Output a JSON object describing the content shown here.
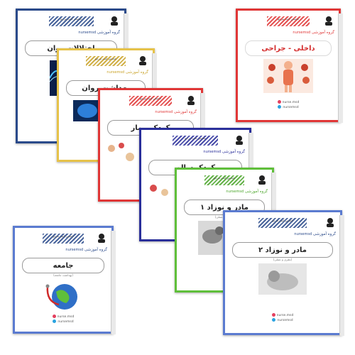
{
  "subtitle": "تلخیص کتب مرجع",
  "group_prefix": "گروه آموزشی",
  "brand": "nursemsd",
  "contacts": {
    "instagram": "nurse.msd",
    "telegram": "nursemsd"
  },
  "colors": {
    "navy": "#2a4a8a",
    "gold": "#e6c24a",
    "red": "#e03636",
    "indigo": "#2a2f9a",
    "green": "#5fbf3a",
    "blue": "#5b7bd0"
  },
  "books": [
    {
      "id": "ekhtelalat",
      "title": "اختلالات روان",
      "icon": "brain-wave-icon"
    },
    {
      "id": "dakheli",
      "title": "داخلی - جراحی",
      "icon": "human-body-icon"
    },
    {
      "id": "behdasht",
      "title": "بهداشت روان",
      "icon": "brain-icon"
    },
    {
      "id": "koodak-bimar",
      "title": "کودک بیمار",
      "icon": "toys-icon"
    },
    {
      "id": "koodak-salem",
      "title": "کودک سالم",
      "icon": "toys-icon"
    },
    {
      "id": "madar1",
      "title": "مادر و نوزاد ۱",
      "note": "(نظری و عملی)",
      "icon": "mother-baby-photo-icon"
    },
    {
      "id": "jameh",
      "title": "جامعه",
      "note": "(بهداشت جامعه)",
      "icon": "globe-stethoscope-icon"
    },
    {
      "id": "madar2",
      "title": "مادر و نوزاد ۲",
      "note": "(نظری و عملی)",
      "icon": "baby-photo-icon"
    }
  ]
}
